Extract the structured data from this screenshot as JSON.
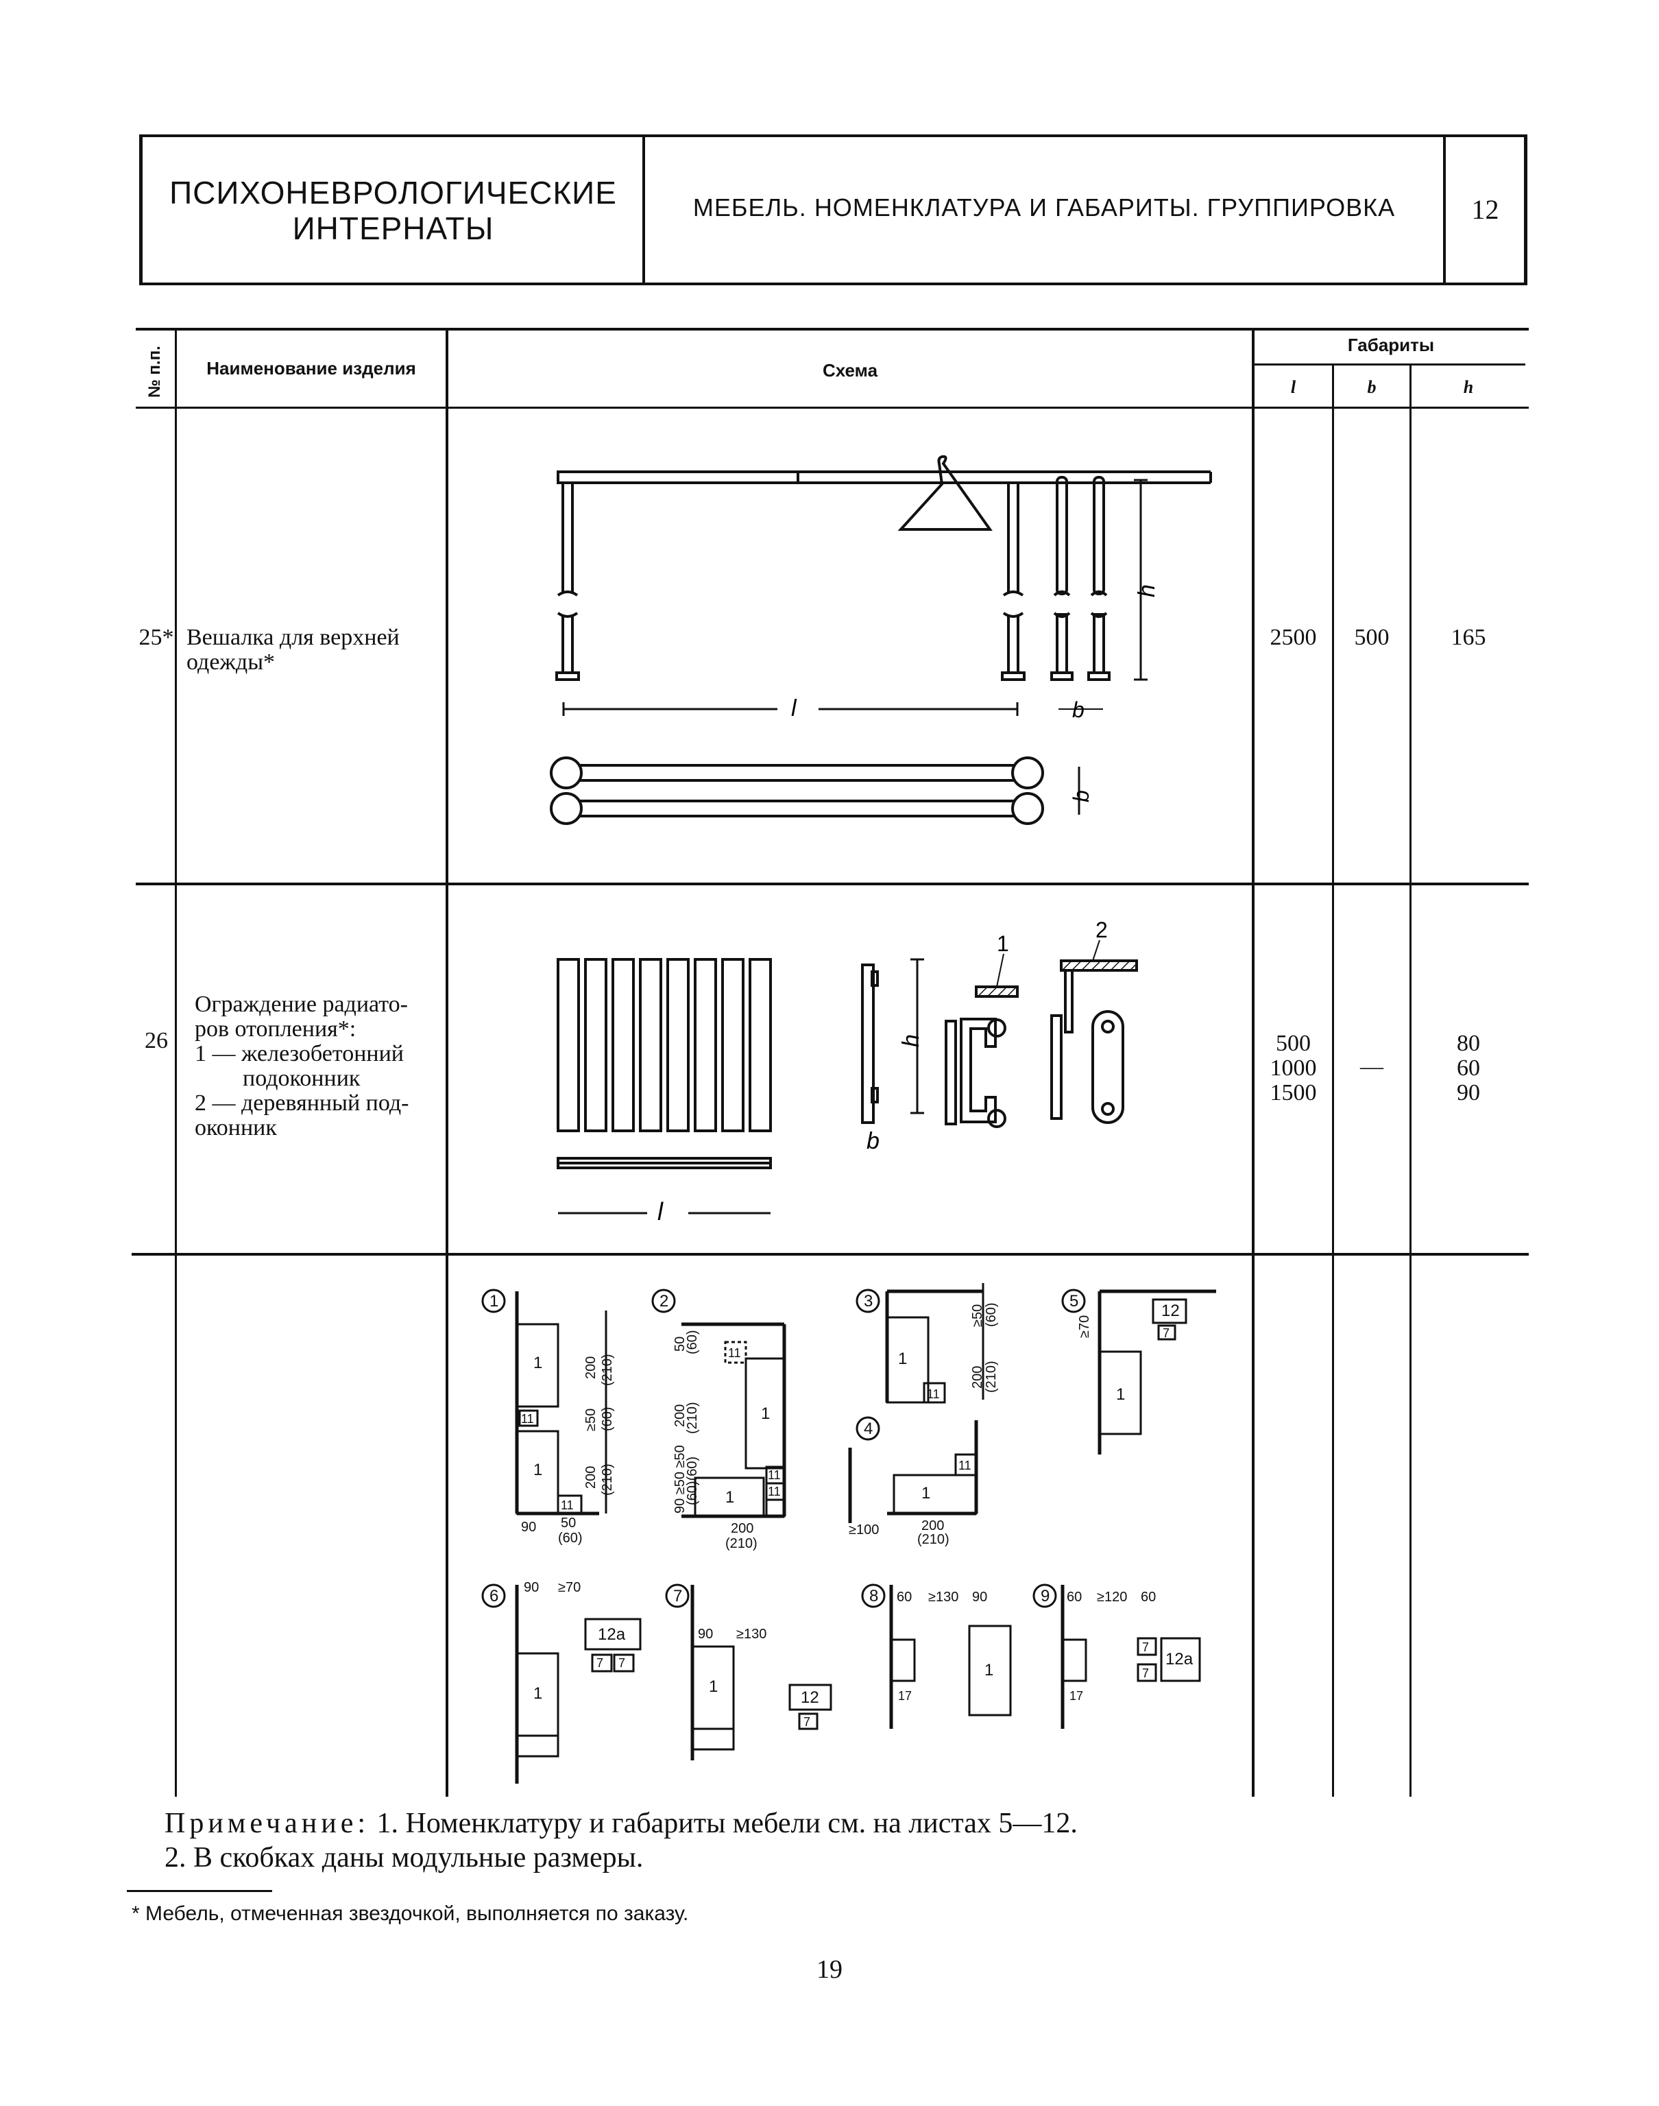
{
  "header": {
    "left_title_line1": "ПСИХОНЕВРОЛОГИЧЕСКИЕ",
    "left_title_line2": "ИНТЕРНАТЫ",
    "main_title": "МЕБЕЛЬ. НОМЕНКЛАТУРА И ГАБАРИТЫ. ГРУППИРОВКА",
    "sheet_number": "12"
  },
  "table": {
    "col_number": "№ п.п.",
    "col_name": "Наименование изделия",
    "col_scheme": "Схема",
    "col_dims": "Габариты",
    "col_l": "l",
    "col_b": "b",
    "col_h": "h",
    "rows": [
      {
        "num": "25*",
        "name_line1": "Вешалка для верхней",
        "name_line2": "одежды*",
        "l": "2500",
        "b": "500",
        "h": "165",
        "dim_l": "l",
        "dim_b": "b",
        "dim_h": "h"
      },
      {
        "num": "26",
        "name_line1": "Ограждение радиато-",
        "name_line2": "ров отопления*:",
        "name_line3": "1 — железобетонний",
        "name_line4": "подоконник",
        "name_line5": "2 — деревянный под-",
        "name_line6": "оконник",
        "l1": "500",
        "l2": "1000",
        "l3": "1500",
        "b": "—",
        "h1": "80",
        "h2": "60",
        "h3": "90",
        "dim_l": "l",
        "dim_b": "b",
        "dim_h": "h",
        "callout_1": "1",
        "callout_2": "2"
      }
    ]
  },
  "groupings": {
    "g1": {
      "num": "1",
      "label_a": "1",
      "label_b": "11",
      "label_c": "1",
      "label_d": "11",
      "d1": "200",
      "d1m": "(210)",
      "d2": "≥50",
      "d2m": "(60)",
      "d3": "200",
      "d3m": "(210)",
      "w1": "90",
      "w2": "50",
      "w2m": "(60)"
    },
    "g2": {
      "num": "2",
      "label_a": "11",
      "label_b": "1",
      "label_c": "11",
      "label_d": "11",
      "label_e": "1",
      "d1": "50",
      "d1m": "(60)",
      "d2": "200",
      "d2m": "(210)",
      "d3": "90 ≥50 ≥50",
      "d3m": "(60)(60)",
      "w1": "200",
      "w1m": "(210)"
    },
    "g3": {
      "num": "3",
      "label_a": "1",
      "label_b": "11",
      "d1": "≥50",
      "d1m": "(60)",
      "d2": "200",
      "d2m": "(210)"
    },
    "g4": {
      "num": "4",
      "label_a": "1",
      "label_b": "11",
      "w1": "≥100",
      "w2": "200",
      "w2m": "(210)"
    },
    "g5": {
      "num": "5",
      "label_a": "12",
      "label_b": "7",
      "label_c": "1",
      "d1": "≥70"
    },
    "g6": {
      "num": "6",
      "label_a": "12a",
      "label_b": "7",
      "label_c": "7",
      "label_d": "1",
      "w1": "90",
      "w2": "≥70"
    },
    "g7": {
      "num": "7",
      "label_a": "1",
      "label_b": "12",
      "label_c": "7",
      "w1": "90",
      "w2": "≥130"
    },
    "g8": {
      "num": "8",
      "label_a": "1",
      "label_b": "17",
      "w1": "60",
      "w2": "≥130",
      "w3": "90"
    },
    "g9": {
      "num": "9",
      "label_a": "7",
      "label_b": "7",
      "label_c": "12a",
      "label_d": "17",
      "w1": "60",
      "w2": "≥120",
      "w3": "60"
    }
  },
  "notes": {
    "prefix": "Примечание:",
    "line1": "1. Номенклатуру и габариты мебели см. на листах 5—12.",
    "line2": "2. В скобках даны модульные размеры.",
    "footnote": "* Мебель, отмеченная звездочкой, выполняется по заказу."
  },
  "page_number": "19"
}
